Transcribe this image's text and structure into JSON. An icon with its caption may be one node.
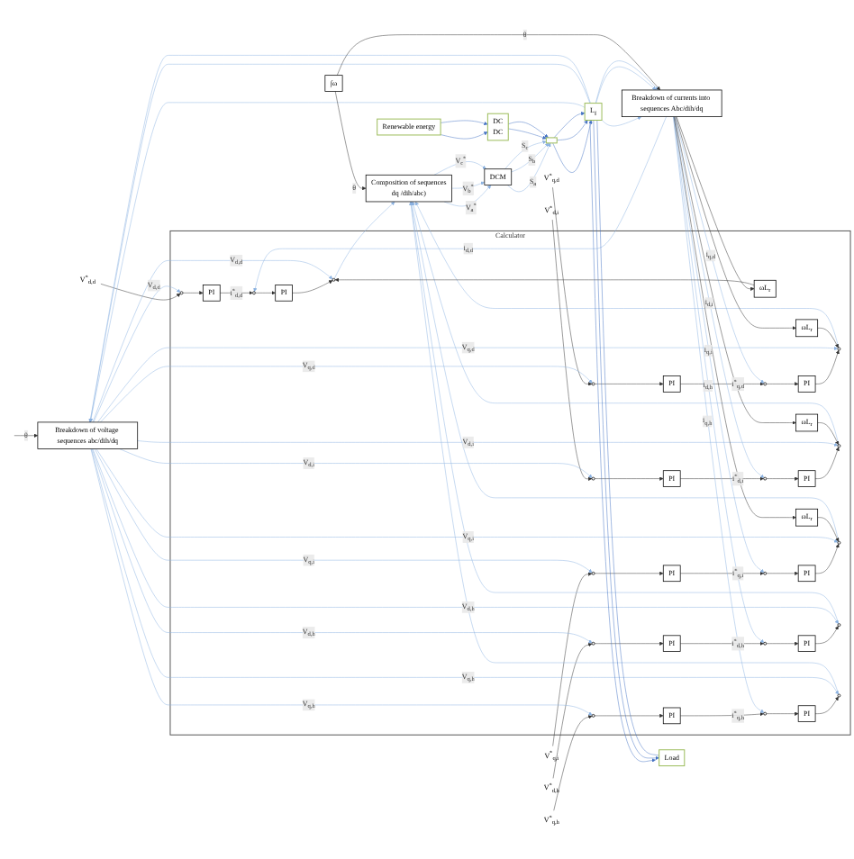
{
  "diagram": {
    "nodes": [
      {
        "text": [
          "Calculator"
        ]
      },
      {
        "text": [
          "V$^{*}$$_{d,d}$"
        ]
      },
      {
        "text": [],
        "shape": "circle",
        "in": 0
      },
      {
        "text": [
          "PI"
        ],
        "in": 0
      },
      {
        "text": [],
        "shape": "circle",
        "in": 0
      },
      {
        "text": [
          "PI"
        ],
        "in": 0
      },
      {
        "text": [],
        "shape": "circle",
        "in": 0
      },
      {
        "text": [
          "ωL$_{r}$"
        ],
        "in": 0
      },
      {
        "text": [
          "ωL$_{r}$"
        ],
        "in": 0
      },
      {
        "text": [
          "V$^{*}$$_{q,d}$"
        ]
      },
      {
        "text": [],
        "shape": "circle",
        "in": 0
      },
      {
        "text": [
          "PI"
        ],
        "in": 0
      },
      {
        "text": [],
        "shape": "circle",
        "in": 0
      },
      {
        "text": [
          "PI"
        ],
        "in": 0
      },
      {
        "text": [],
        "shape": "circle",
        "in": 0
      },
      {
        "text": [
          "V$^{*}$$_{d,i}$"
        ]
      },
      {
        "text": [],
        "shape": "circle",
        "in": 0
      },
      {
        "text": [
          "PI"
        ],
        "in": 0
      },
      {
        "text": [],
        "shape": "circle",
        "in": 0
      },
      {
        "text": [
          "PI"
        ],
        "in": 0
      },
      {
        "text": [],
        "shape": "circle",
        "in": 0
      },
      {
        "text": [
          "ωL$_{r}$"
        ],
        "in": 0
      },
      {
        "text": [
          "ωL$_{r}$"
        ],
        "in": 0
      },
      {
        "text": [
          "V$^{*}$$_{q,i}$"
        ]
      },
      {
        "text": [],
        "shape": "circle",
        "in": 0
      },
      {
        "text": [
          "PI"
        ],
        "in": 0
      },
      {
        "text": [],
        "shape": "circle",
        "in": 0
      },
      {
        "text": [
          "PI"
        ],
        "in": 0
      },
      {
        "text": [],
        "shape": "circle",
        "in": 0
      },
      {
        "text": [
          "V$^{*}$$_{d,h}$"
        ]
      },
      {
        "text": [],
        "shape": "circle",
        "in": 0
      },
      {
        "text": [
          "PI"
        ],
        "in": 0
      },
      {
        "text": [],
        "shape": "circle",
        "in": 0
      },
      {
        "text": [
          "PI"
        ],
        "in": 0
      },
      {
        "text": [],
        "shape": "circle",
        "in": 0
      },
      {
        "text": [
          "V$^{*}$$_{q,h}$"
        ]
      },
      {
        "text": [],
        "shape": "circle",
        "in": 0
      },
      {
        "text": [
          "PI"
        ],
        "in": 0
      },
      {
        "text": [],
        "shape": "circle",
        "in": 0
      },
      {
        "text": [
          "PI"
        ],
        "in": 0
      },
      {
        "text": [],
        "shape": "circle",
        "in": 0
      },
      {
        "text": [
          "Renewable energy"
        ]
      },
      {
        "text": [
          "DC",
          "DC"
        ]
      },
      {
        "text": [
          "Composition of sequences",
          "dq /dih/abc)"
        ]
      },
      {
        "text": [
          "DCM"
        ]
      },
      {
        "text": [],
        "shape": "box"
      },
      {
        "text": [
          "∫ω"
        ]
      },
      {
        "text": [
          "L$_{f}$"
        ]
      },
      {
        "text": [
          "Breakdown of currents into sequences Abc/dih/dq"
        ]
      },
      {
        "text": [
          "Breakdown of voltage sequences abc/dih/dq"
        ]
      },
      {
        "text": [
          "Load"
        ]
      }
    ],
    "edges": [
      {
        "from": 1,
        "to": 2,
        "arrow": "to"
      },
      {
        "from": 2,
        "to": 3,
        "arrow": "to"
      },
      {
        "from": 3,
        "to": 4,
        "arrow": "to",
        "label": "i$^{*}$$_{d,d}$"
      },
      {
        "from": 4,
        "to": 5,
        "arrow": "to"
      },
      {
        "from": 5,
        "to": 6,
        "arrow": "to"
      },
      {
        "from": 6,
        "to": 43,
        "arrow": "to",
        "color": "#8db3e2"
      },
      {
        "from": 9,
        "to": 10,
        "arrow": "to"
      },
      {
        "from": 10,
        "to": 11,
        "arrow": "to"
      },
      {
        "from": 11,
        "to": 12,
        "arrow": "to",
        "label": "i$^{*}$$_{q,d}$"
      },
      {
        "from": 12,
        "to": 13,
        "arrow": "to"
      },
      {
        "from": 13,
        "to": 14,
        "arrow": "to"
      },
      {
        "from": 14,
        "to": 43,
        "arrow": "to",
        "color": "#8db3e2"
      },
      {
        "from": 15,
        "to": 16,
        "arrow": "to"
      },
      {
        "from": 16,
        "to": 17,
        "arrow": "to"
      },
      {
        "from": 17,
        "to": 18,
        "arrow": "to",
        "label": "i$^{*}$$_{d,i}$"
      },
      {
        "from": 18,
        "to": 19,
        "arrow": "to"
      },
      {
        "from": 19,
        "to": 20,
        "arrow": "to"
      },
      {
        "from": 20,
        "to": 43,
        "arrow": "to",
        "color": "#8db3e2"
      },
      {
        "from": 23,
        "to": 24,
        "arrow": "to"
      },
      {
        "from": 24,
        "to": 25,
        "arrow": "to"
      },
      {
        "from": 25,
        "to": 26,
        "arrow": "to",
        "label": "i$^{*}$$_{q,i}$"
      },
      {
        "from": 26,
        "to": 27,
        "arrow": "to"
      },
      {
        "from": 27,
        "to": 28,
        "arrow": "to"
      },
      {
        "from": 28,
        "to": 43,
        "arrow": "to",
        "color": "#8db3e2"
      },
      {
        "from": 29,
        "to": 30,
        "arrow": "to"
      },
      {
        "from": 30,
        "to": 31,
        "arrow": "to"
      },
      {
        "from": 31,
        "to": 32,
        "arrow": "to",
        "label": "i$^{*}$$_{d,h}$"
      },
      {
        "from": 32,
        "to": 33,
        "arrow": "to"
      },
      {
        "from": 33,
        "to": 34,
        "arrow": "to"
      },
      {
        "from": 34,
        "to": 43,
        "arrow": "to",
        "color": "#8db3e2"
      },
      {
        "from": 35,
        "to": 36,
        "arrow": "to"
      },
      {
        "from": 36,
        "to": 37,
        "arrow": "to"
      },
      {
        "from": 37,
        "to": 38,
        "arrow": "to",
        "label": "i$^{*}$$_{q,h}$"
      },
      {
        "from": 38,
        "to": 39,
        "arrow": "to"
      },
      {
        "from": 39,
        "to": 40,
        "arrow": "to"
      },
      {
        "from": 40,
        "to": 43,
        "arrow": "to",
        "color": "#8db3e2"
      },
      {
        "from": 49,
        "to": 2,
        "arrow": "to",
        "label": "V$_{d,d}$",
        "color": "#8db3e2"
      },
      {
        "from": 49,
        "to": 6,
        "arrow": "to",
        "label": "V$_{d,d}$",
        "color": "#8db3e2"
      },
      {
        "from": 48,
        "to": 4,
        "arrow": "to",
        "label": "i$_{d,d}$",
        "color": "#8db3e2"
      },
      {
        "from": 49,
        "to": 10,
        "arrow": "to",
        "label": "V$_{q,d}$",
        "color": "#8db3e2"
      },
      {
        "from": 49,
        "to": 14,
        "arrow": "to",
        "label": "V$_{q,d}$",
        "color": "#8db3e2"
      },
      {
        "from": 48,
        "to": 12,
        "arrow": "to",
        "label": "i$_{q,d}$",
        "color": "#8db3e2"
      },
      {
        "from": 49,
        "to": 16,
        "arrow": "to",
        "label": "V$_{d,i}$",
        "color": "#8db3e2"
      },
      {
        "from": 49,
        "to": 20,
        "arrow": "to",
        "label": "V$_{d,i}$",
        "color": "#8db3e2"
      },
      {
        "from": 48,
        "to": 18,
        "arrow": "to",
        "label": "i$_{d,i}$",
        "color": "#8db3e2"
      },
      {
        "from": 49,
        "to": 24,
        "arrow": "to",
        "label": "V$_{q,i}$",
        "color": "#8db3e2"
      },
      {
        "from": 49,
        "to": 28,
        "arrow": "to",
        "label": "V$_{q,i}$",
        "color": "#8db3e2"
      },
      {
        "from": 48,
        "to": 26,
        "arrow": "to",
        "label": "i$_{q,i}$",
        "color": "#8db3e2"
      },
      {
        "from": 49,
        "to": 30,
        "arrow": "to",
        "label": "V$_{d,h}$",
        "color": "#8db3e2"
      },
      {
        "from": 49,
        "to": 34,
        "arrow": "to",
        "label": "V$_{d,h}$",
        "color": "#8db3e2"
      },
      {
        "from": 48,
        "to": 32,
        "arrow": "to",
        "label": "i$_{d,h}$",
        "color": "#8db3e2"
      },
      {
        "from": 49,
        "to": 36,
        "arrow": "to",
        "label": "V$_{q,h}$",
        "color": "#8db3e2"
      },
      {
        "from": 49,
        "to": 40,
        "arrow": "to",
        "label": "V$_{q,h}$",
        "color": "#8db3e2"
      },
      {
        "from": 48,
        "to": 38,
        "arrow": "to",
        "label": "i$_{q,h}$",
        "color": "#8db3e2"
      },
      {
        "from": 48,
        "to": 7,
        "arrow": "to"
      },
      {
        "from": 48,
        "to": 8,
        "arrow": "to"
      },
      {
        "from": 7,
        "to": 14,
        "arrow": "to"
      },
      {
        "from": 8,
        "to": 6,
        "arrow": "to"
      },
      {
        "from": 48,
        "to": 21,
        "arrow": "to"
      },
      {
        "from": 48,
        "to": 22,
        "arrow": "to"
      },
      {
        "from": 21,
        "to": 28,
        "arrow": "to"
      },
      {
        "from": 22,
        "to": 20,
        "arrow": "to"
      },
      {
        "from": 43,
        "to": 44,
        "arrow": "to",
        "label": "V$_{a}$$^{*}$",
        "color": "#8db3e2"
      },
      {
        "from": 43,
        "to": 44,
        "arrow": "to",
        "label": "V$_{b}$$^{*}$",
        "color": "#8db3e2"
      },
      {
        "from": 43,
        "to": 44,
        "arrow": "to",
        "label": "V$_{c}$$^{*}$",
        "color": "#8db3e2"
      },
      {
        "from": 44,
        "to": 45,
        "arrow": "to",
        "label": "S$_{a}$",
        "color": "#8db3e2"
      },
      {
        "from": 44,
        "to": 45,
        "arrow": "to",
        "label": "S$_{b}$",
        "color": "#8db3e2"
      },
      {
        "from": 44,
        "to": 45,
        "arrow": "to",
        "label": "S$_{c}$",
        "color": "#8db3e2"
      },
      {
        "from": 41,
        "to": 42,
        "arrow": "to",
        "color": "#4472c4"
      },
      {
        "from": 41,
        "to": 42,
        "arrow": "to",
        "color": "#4472c4"
      },
      {
        "from": 42,
        "to": 45,
        "arrow": "to",
        "color": "#4472c4"
      },
      {
        "from": 42,
        "to": 45,
        "arrow": "to",
        "color": "#4472c4"
      },
      {
        "from": 45,
        "to": 47,
        "arrow": "to",
        "color": "#4472c4"
      },
      {
        "from": 45,
        "to": 47,
        "arrow": "to",
        "color": "#4472c4"
      },
      {
        "from": 45,
        "to": 47,
        "arrow": "to",
        "color": "#4472c4"
      },
      {
        "from": 47,
        "to": 50,
        "arrow": "to",
        "color": "#4472c4"
      },
      {
        "from": 47,
        "to": 50,
        "arrow": "to",
        "color": "#4472c4"
      },
      {
        "from": 47,
        "to": 50,
        "arrow": "to",
        "color": "#4472c4"
      },
      {
        "from": 47,
        "to": 48,
        "arrow": "to",
        "color": "#8db3e2"
      },
      {
        "from": 47,
        "to": 48,
        "arrow": "to",
        "color": "#8db3e2"
      },
      {
        "from": 47,
        "to": 48,
        "arrow": "to",
        "color": "#8db3e2"
      },
      {
        "from": 47,
        "to": 49,
        "arrow": "to",
        "color": "#8db3e2"
      },
      {
        "from": 47,
        "to": 49,
        "arrow": "to",
        "color": "#8db3e2"
      },
      {
        "from": 47,
        "to": 49,
        "arrow": "to",
        "color": "#8db3e2"
      },
      {
        "from": 46,
        "to": 43,
        "arrow": "to",
        "label": "θ"
      },
      {
        "from": 46,
        "to": 48,
        "arrow": "to",
        "label": "θ"
      },
      {
        "from": null,
        "to": 49,
        "arrow": "to",
        "label": "θ"
      }
    ]
  }
}
